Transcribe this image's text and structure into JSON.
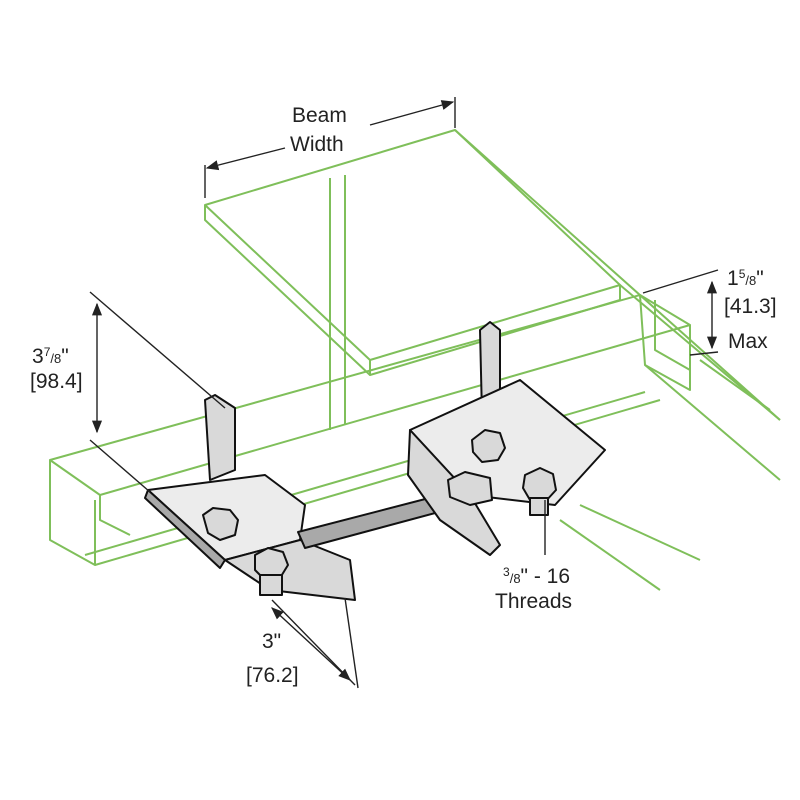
{
  "labels": {
    "beam_width_line1": "Beam",
    "beam_width_line2": "Width",
    "height_whole": "3",
    "height_frac_num": "7",
    "height_frac_den": "8",
    "height_unit": "\"",
    "height_metric": "[98.4]",
    "channel_whole": "1",
    "channel_frac_num": "5",
    "channel_frac_den": "8",
    "channel_unit": "\"",
    "channel_metric": "[41.3]",
    "channel_max": "Max",
    "spacing_imperial": "3\"",
    "spacing_metric": "[76.2]",
    "thread_frac_num": "3",
    "thread_frac_den": "8",
    "thread_spec": "\" - 16",
    "thread_word": "Threads"
  },
  "colors": {
    "beam_outline": "#7fbf5a",
    "hardware_fill": "#d9d9d9",
    "dimension_lines": "#222222"
  }
}
